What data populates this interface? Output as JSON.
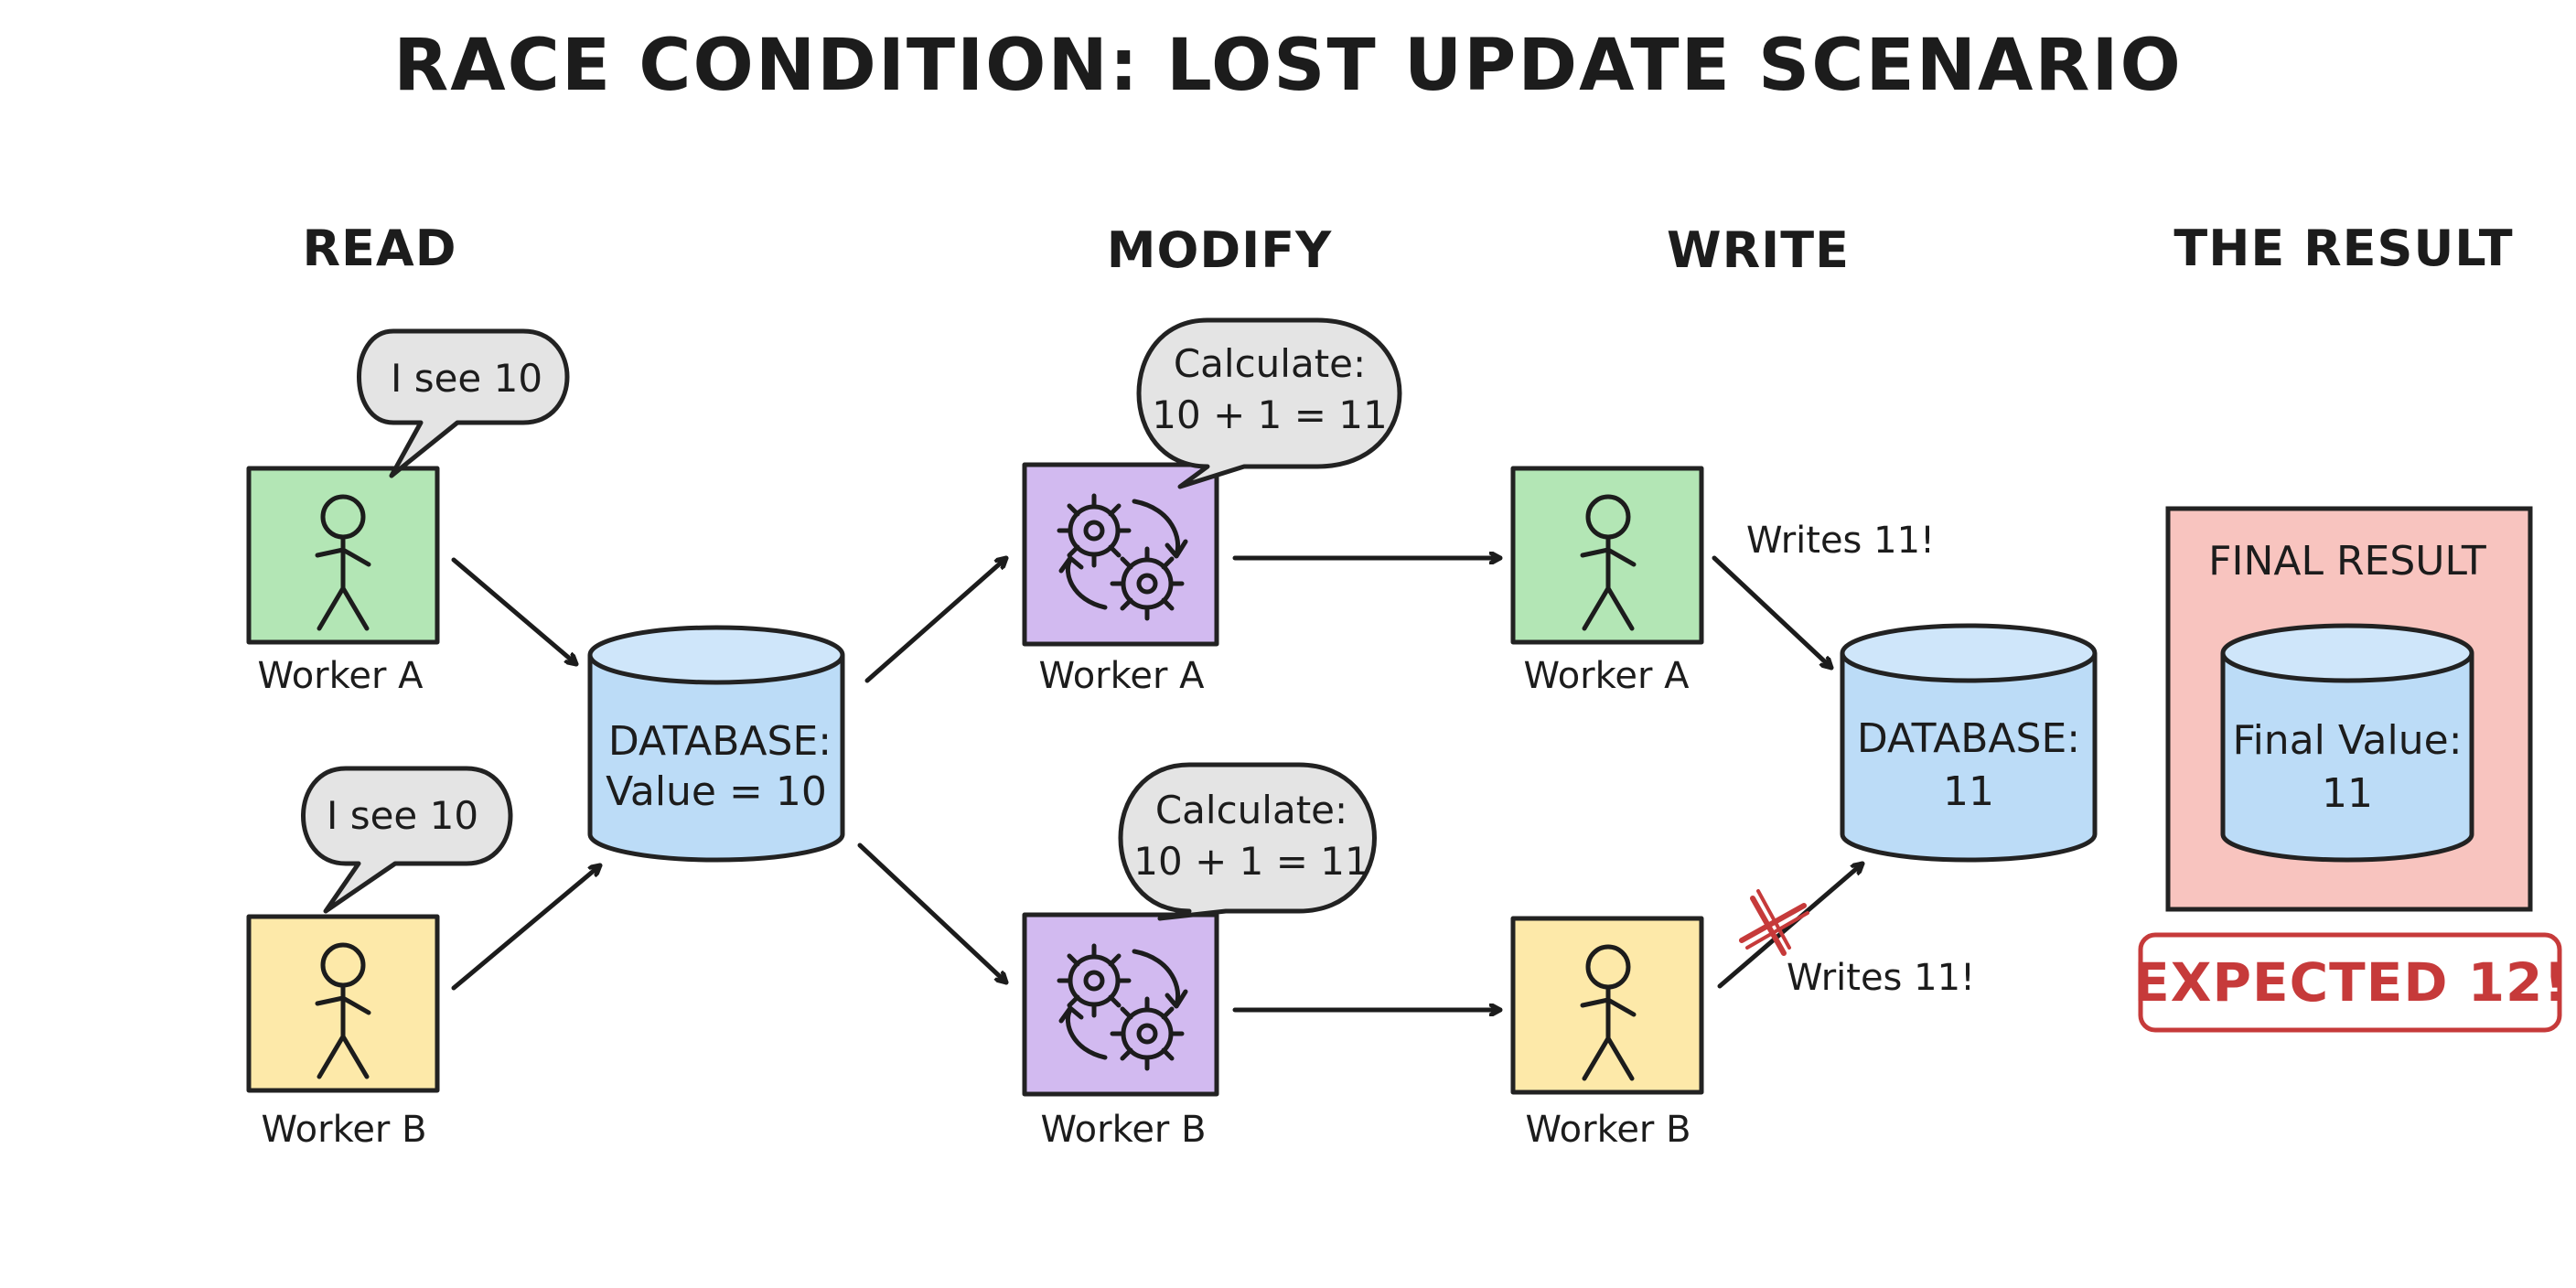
{
  "title": "RACE CONDITION: LOST UPDATE SCENARIO",
  "phases": {
    "read": "READ",
    "modify": "MODIFY",
    "write": "WRITE",
    "result": "THE RESULT"
  },
  "read": {
    "worker_a": {
      "label": "Worker A",
      "bubble": "I see 10"
    },
    "worker_b": {
      "label": "Worker B",
      "bubble": "I see 10"
    },
    "database": {
      "line1": "DATABASE:",
      "line2": "Value = 10"
    }
  },
  "modify": {
    "worker_a": {
      "label": "Worker A",
      "bubble_line1": "Calculate:",
      "bubble_line2": "10 + 1 = 11"
    },
    "worker_b": {
      "label": "Worker B",
      "bubble_line1": "Calculate:",
      "bubble_line2": "10 + 1 = 11"
    }
  },
  "write": {
    "worker_a": {
      "label": "Worker A",
      "note": "Writes 11!"
    },
    "worker_b": {
      "label": "Worker B",
      "note": "Writes 11!"
    },
    "database": {
      "line1": "DATABASE:",
      "line2": "11"
    }
  },
  "result": {
    "panel_title": "FINAL RESULT",
    "database": {
      "line1": "Final Value:",
      "line2": "11"
    },
    "stamp": "EXPECTED 12!"
  },
  "colors": {
    "worker_a_fill": "#b3e6b5",
    "worker_b_fill": "#fde9a9",
    "process_fill": "#d2baf0",
    "database_fill": "#bcdcf7",
    "bubble_fill": "#e4e4e4",
    "result_panel_fill": "#f8c4bf",
    "error_red": "#c63a3a"
  }
}
